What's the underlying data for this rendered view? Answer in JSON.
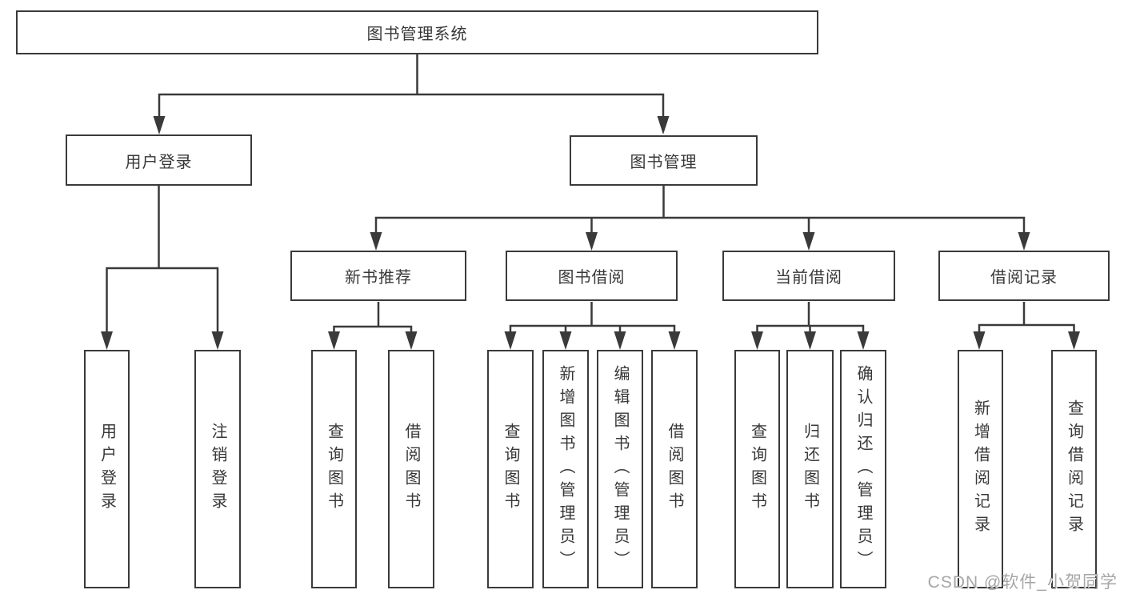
{
  "tree": {
    "label": "图书管理系统",
    "children": [
      {
        "label": "用户登录",
        "children": [
          {
            "label": "用户登录"
          },
          {
            "label": "注销登录"
          }
        ]
      },
      {
        "label": "图书管理",
        "children": [
          {
            "label": "新书推荐",
            "children": [
              {
                "label": "查询图书"
              },
              {
                "label": "借阅图书"
              }
            ]
          },
          {
            "label": "图书借阅",
            "children": [
              {
                "label": "查询图书"
              },
              {
                "label": "新增图书（管理员）"
              },
              {
                "label": "编辑图书（管理员）"
              },
              {
                "label": "借阅图书"
              }
            ]
          },
          {
            "label": "当前借阅",
            "children": [
              {
                "label": "查询图书"
              },
              {
                "label": "归还图书"
              },
              {
                "label": "确认归还（管理员）"
              }
            ]
          },
          {
            "label": "借阅记录",
            "children": [
              {
                "label": "新增借阅记录"
              },
              {
                "label": "查询借阅记录"
              }
            ]
          }
        ]
      }
    ]
  },
  "watermark": "CSDN @软件_小贺同学",
  "colors": {
    "line": "#3a3a3a",
    "box_border": "#3a3a3a",
    "text": "#383838",
    "watermark": "#a6a6a6",
    "background": "#ffffff"
  }
}
